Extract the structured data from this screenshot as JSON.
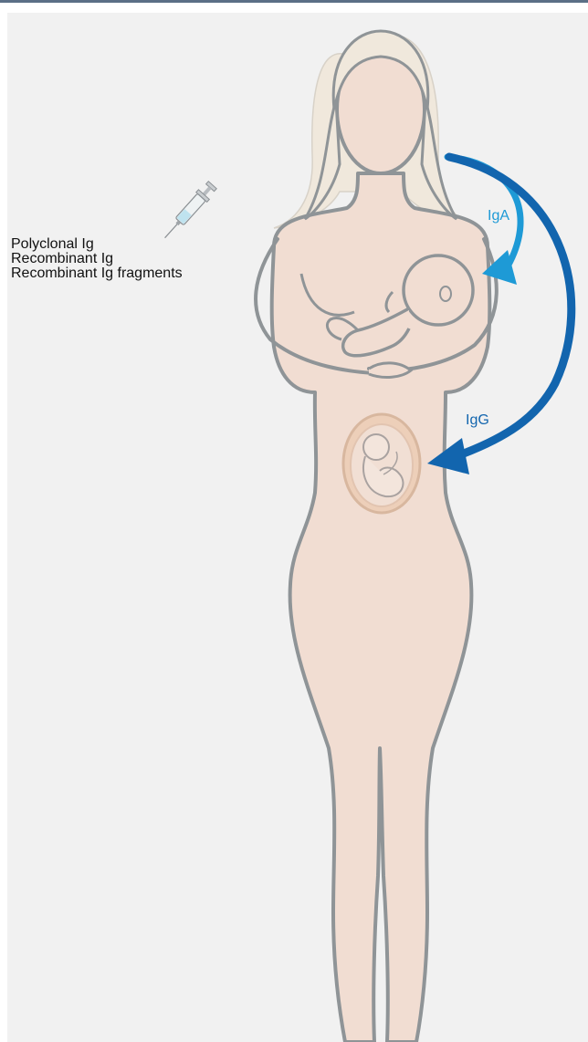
{
  "figure": {
    "administration_labels": [
      "Polyclonal Ig",
      "Recombinant Ig",
      "Recombinant Ig fragments"
    ],
    "transfer_labels": {
      "breast_milk": "IgA",
      "placental": "IgG"
    },
    "colors": {
      "background": "#f1f1f1",
      "skin": "#f1ddd2",
      "outline": "#8f9497",
      "hair": "#f0e8dc",
      "iga_arrow": "#1e9ad6",
      "igg_arrow": "#1265ae",
      "top_rule": "#5b6f86"
    },
    "icons": [
      "syringe-icon"
    ]
  }
}
